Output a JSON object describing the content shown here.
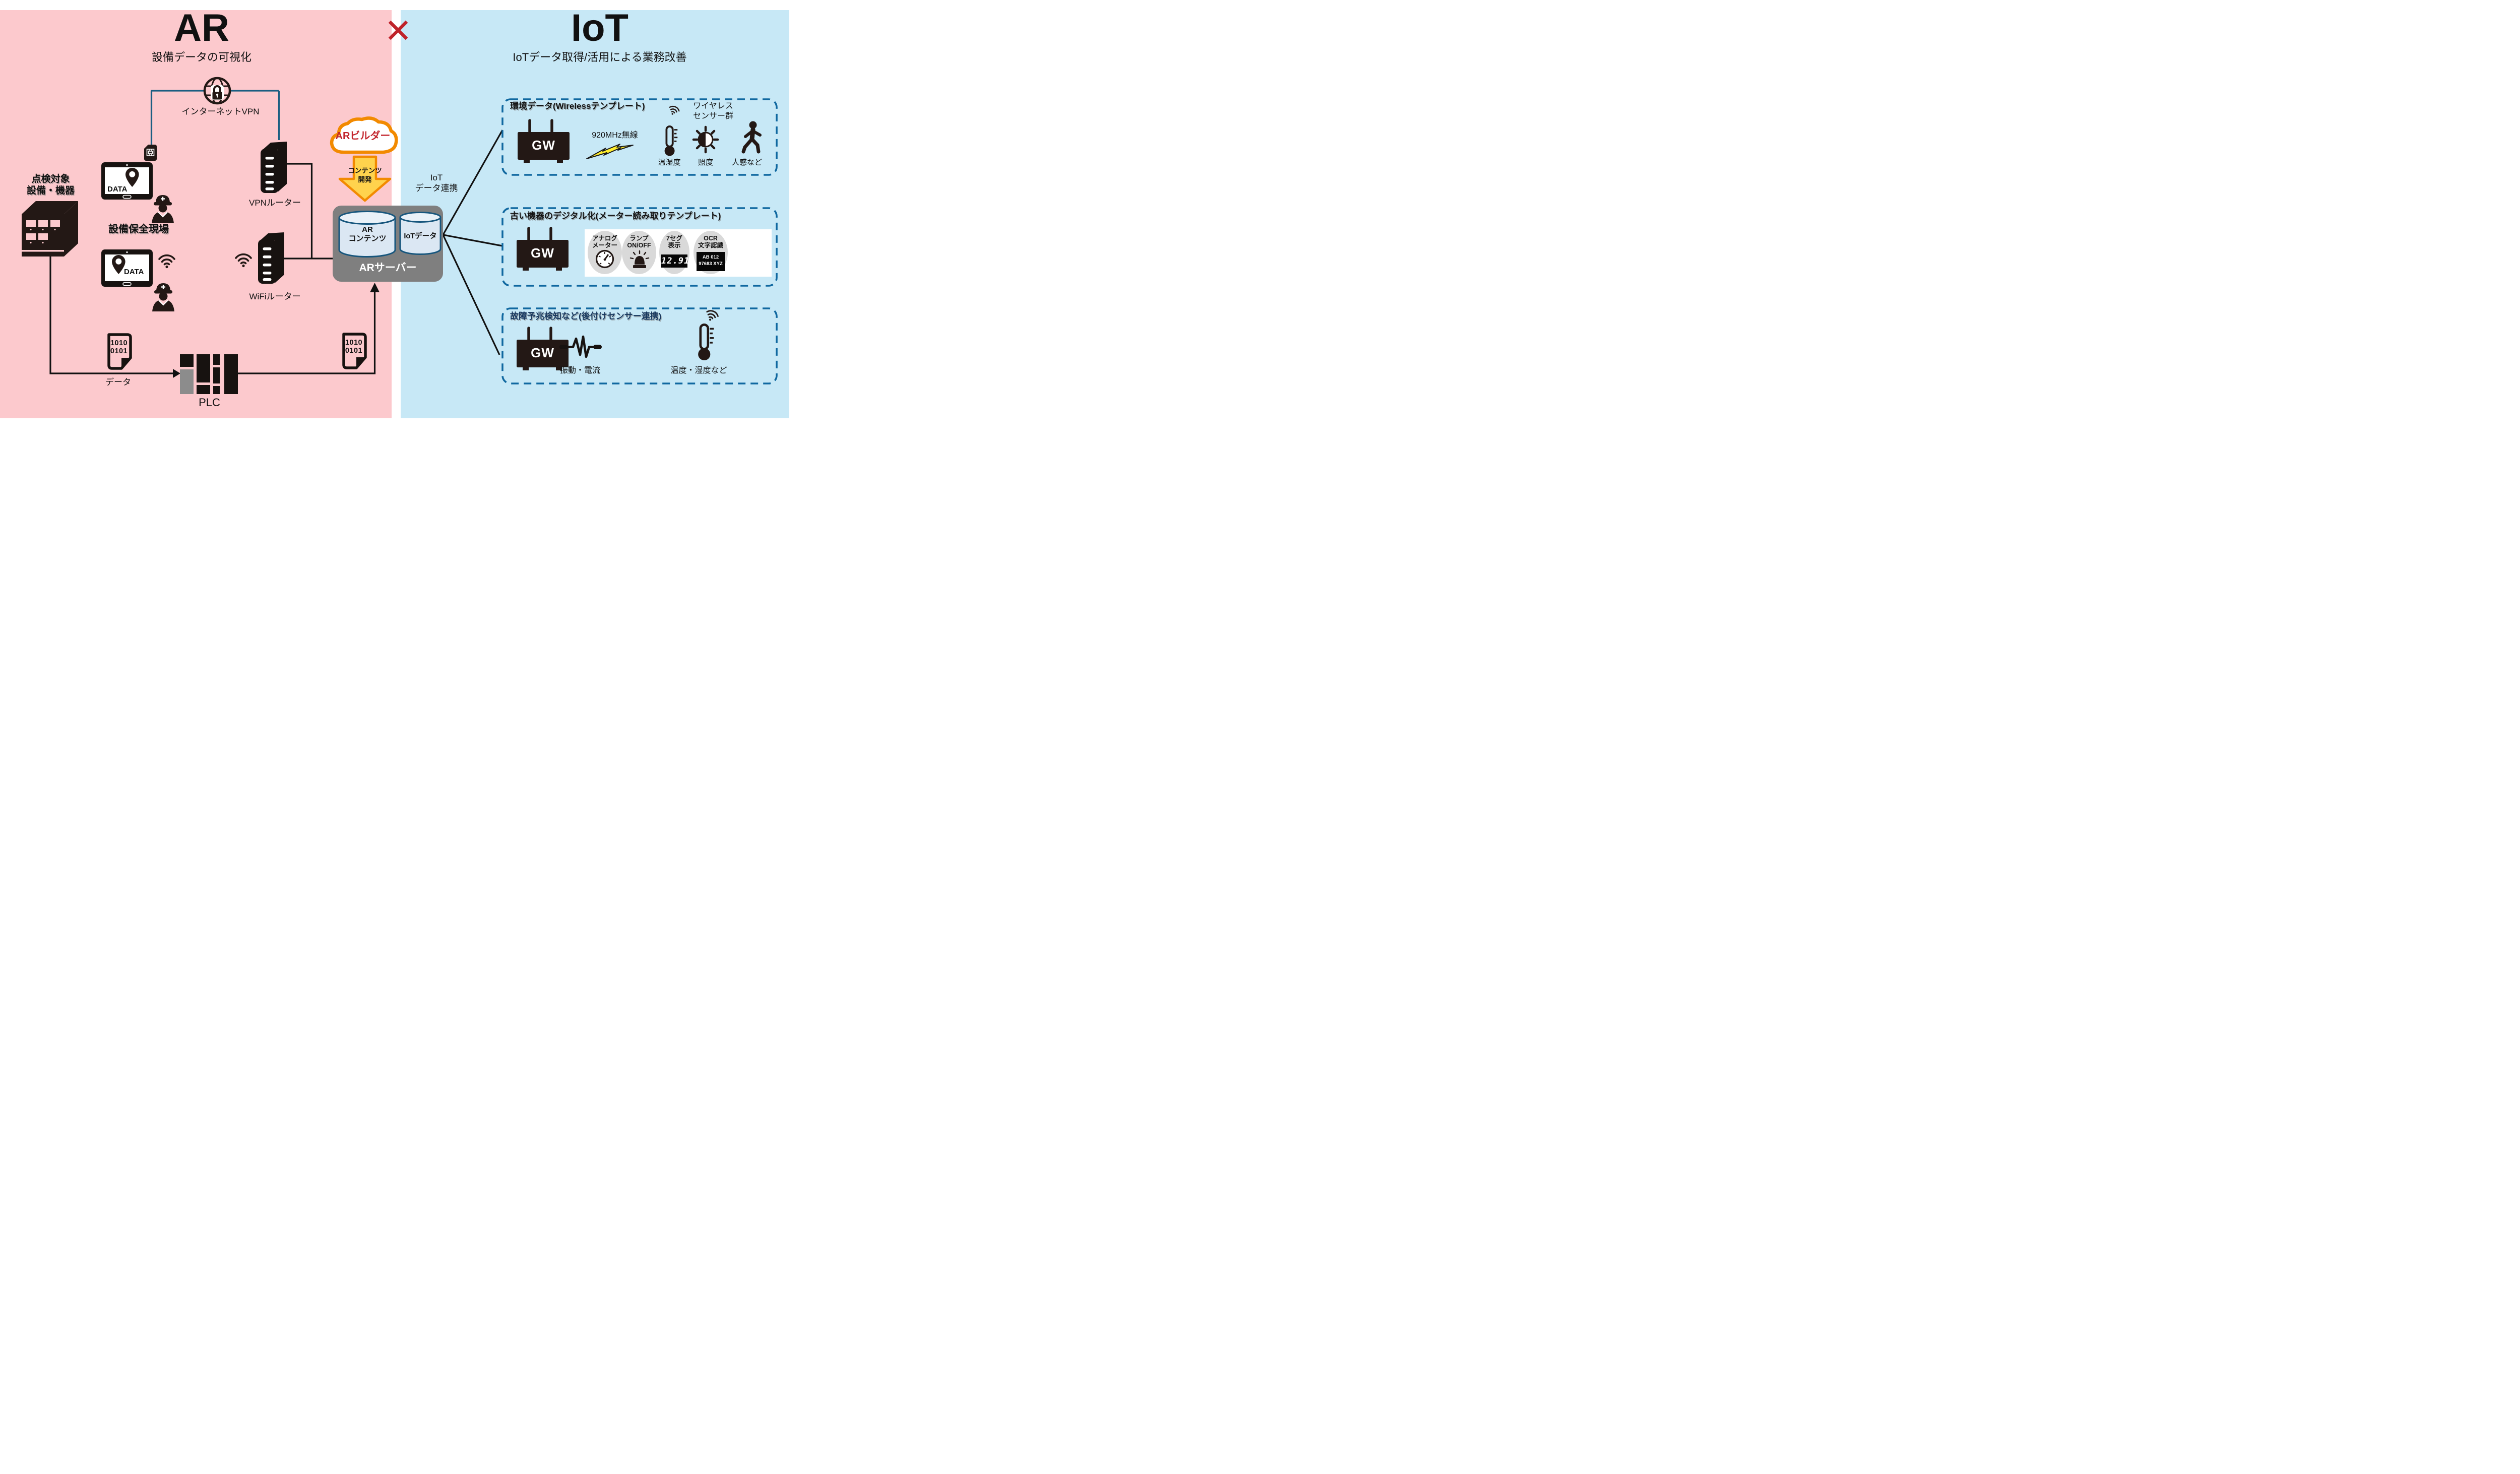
{
  "header": {
    "ar_title": "AR",
    "ar_subtitle": "設備データの可視化",
    "cross": "✕",
    "iot_title": "IoT",
    "iot_subtitle": "IoTデータ取得/活用による業務改善"
  },
  "left": {
    "internet_vpn_label": "インターネットVPN",
    "inspection_label": "点検対象\n設備・機器",
    "site_label": "設備保全現場",
    "tablet1_screen_text": "DATA",
    "tablet2_screen_text": "DATA",
    "vpn_router_label": "VPNルーター",
    "wifi_router_label": "WiFiルーター",
    "binary_doc1": "1010\n0101",
    "binary_doc2": "1010\n0101",
    "data_label": "データ",
    "plc_label": "PLC"
  },
  "center": {
    "ar_builder_label": "ARビルダー",
    "content_dev_label": "コンテンツ\n開発",
    "db_ar_label": "AR\nコンテンツ",
    "db_iot_label": "IoTデータ",
    "server_label": "ARサーバー",
    "iot_link_label": "IoT\nデータ連携"
  },
  "right": {
    "box1": {
      "title": "環境データ(Wirelessテンプレート)",
      "wireless_group_label": "ワイヤレス\nセンサー群",
      "gw_label": "GW",
      "radio_label": "920MHz無線",
      "sensor_temp_humidity": "温湿度",
      "sensor_illuminance": "照度",
      "sensor_presence": "人感など"
    },
    "box2": {
      "title": "古い機器のデジタル化(メーター読み取りテンプレート)",
      "gw_label": "GW",
      "analog_meter": "アナログ\nメーター",
      "lamp": "ランプ\nON/OFF",
      "seven_seg": "7セグ\n表示",
      "seven_seg_value": "12.91",
      "ocr": "OCR\n文字認識",
      "ocr_value": "AB 012\n97683 XYZ"
    },
    "box3": {
      "title": "故障予兆検知など(後付けセンサー連携)",
      "gw_label": "GW",
      "sensor_vibration": "振動・電流",
      "sensor_temp": "温度・湿度など"
    }
  },
  "colors": {
    "ar_panel": "#fcc9cd",
    "iot_panel": "#c7e8f6",
    "accent_orange": "#f28a00",
    "accent_red": "#c2242c",
    "dashed_blue": "#1068a0",
    "vpn_line_blue": "#1b5e82",
    "server_gray": "#7f7f7f"
  }
}
